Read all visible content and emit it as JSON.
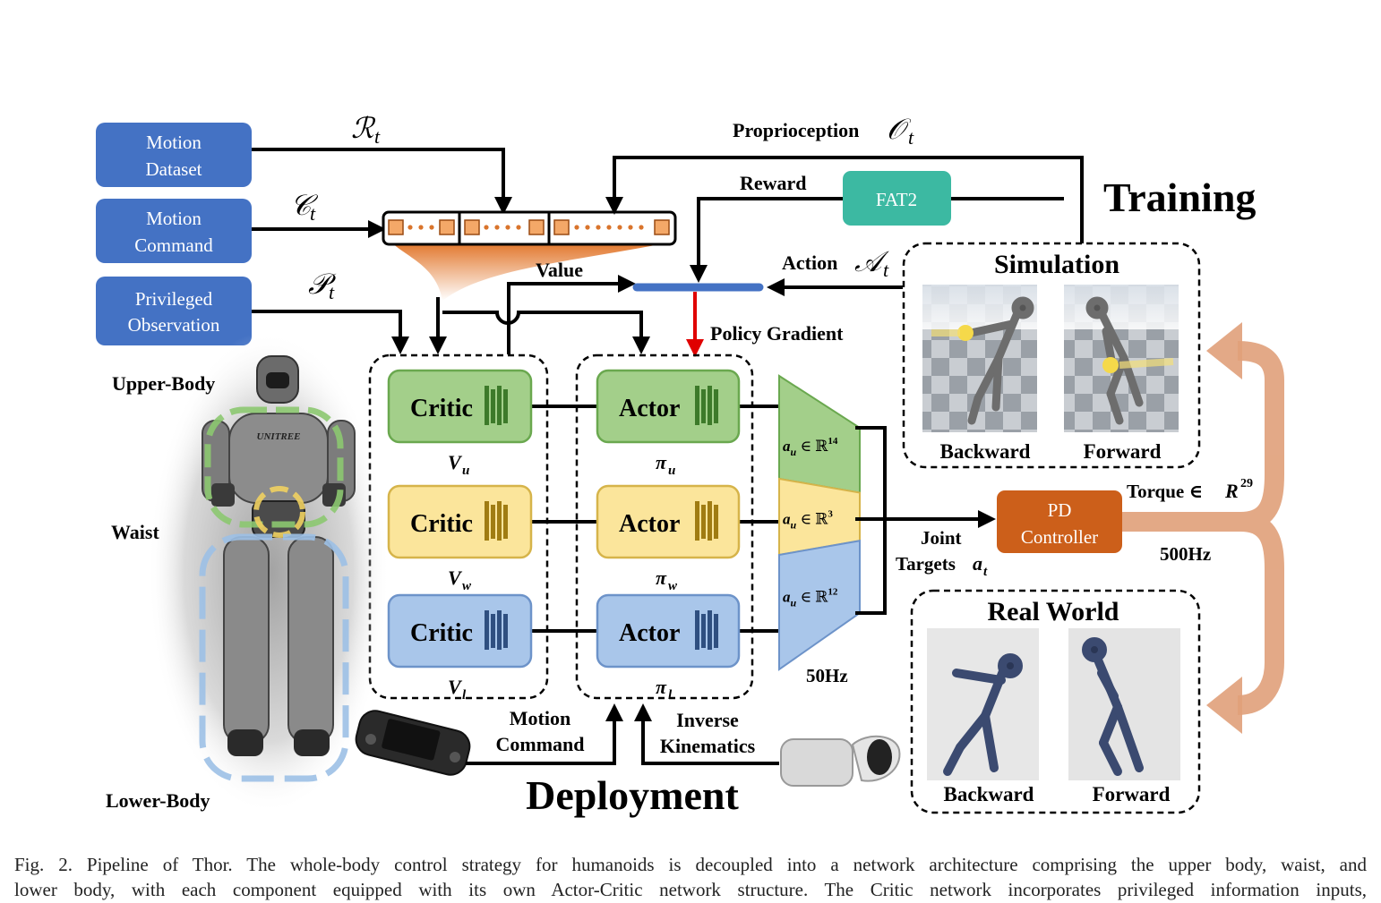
{
  "inputs": {
    "motion_dataset": [
      "Motion",
      "Dataset"
    ],
    "motion_command": [
      "Motion",
      "Command"
    ],
    "privileged_observation": [
      "Privileged",
      "Observation"
    ]
  },
  "symbols": {
    "r": "ℛ",
    "c": "𝒞",
    "p": "𝒫",
    "o": "𝒪",
    "a": "𝒜",
    "t": "t"
  },
  "labels": {
    "proprioception": "Proprioception",
    "reward": "Reward",
    "value": "Value",
    "action": "Action",
    "policy_gradient": "Policy Gradient",
    "fat2": "FAT2",
    "training": "Training",
    "deployment": "Deployment",
    "simulation": "Simulation",
    "real_world": "Real World",
    "backward": "Backward",
    "forward": "Forward",
    "pd": [
      "PD",
      "Controller"
    ],
    "torque": "Torque ∈ ",
    "torque_space": "R",
    "torque_exp": "29",
    "hz500": "500Hz",
    "hz50": "50Hz",
    "joint_targets": [
      "Joint",
      "Targets "
    ],
    "joint_sym": "a",
    "motion_cmd_bottom": [
      "Motion",
      "Command"
    ],
    "inverse_kinematics": [
      "Inverse",
      "Kinematics"
    ],
    "upper_body": "Upper-Body",
    "waist": "Waist",
    "lower_body": "Lower-Body",
    "robot_brand": "UNITREE"
  },
  "networks": {
    "critic": "Critic",
    "actor": "Actor",
    "rows": [
      {
        "sub": "u",
        "action_dim": "14",
        "fill": "#a3cf8a",
        "stroke": "#6aa84f",
        "bar": "#3d7a2a"
      },
      {
        "sub": "w",
        "action_dim": "3",
        "fill": "#fbe59b",
        "stroke": "#d6b44a",
        "bar": "#a07c12"
      },
      {
        "sub": "l",
        "action_dim": "12",
        "fill": "#a9c6ea",
        "stroke": "#6d93c9",
        "bar": "#2f4f80"
      }
    ],
    "value_symbol": "V",
    "policy_symbol": "π",
    "action_symbol": "a",
    "action_sub": "u",
    "in_symbol": " ∈ ℝ"
  },
  "colors": {
    "input_box": "#4472c4",
    "fat2": "#3cb9a2",
    "pd": "#cc5f1a",
    "policy_gradient": "#e00000",
    "bar": "#4472c4",
    "loop": "#e0a07a"
  },
  "caption": {
    "line1": "Fig. 2.    Pipeline of Thor. The whole-body control strategy for humanoids is decoupled into a network architecture comprising the upper body, waist, and",
    "line2": "lower body, with each component equipped with its own Actor-Critic network structure. The Critic network incorporates privileged information inputs,"
  }
}
